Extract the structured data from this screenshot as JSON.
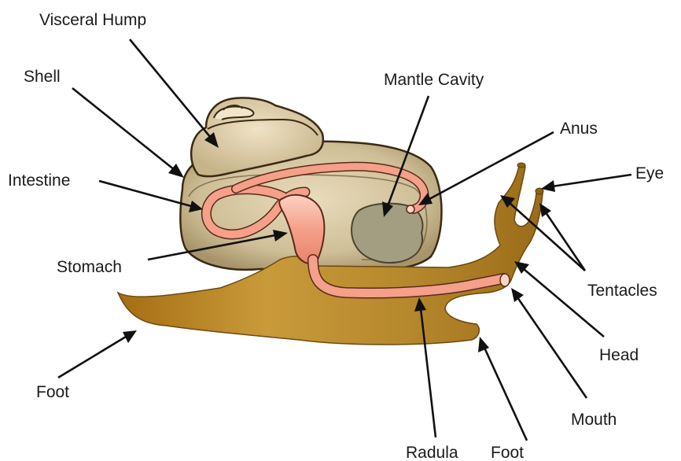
{
  "labels": {
    "visceral_hump": "Visceral Hump",
    "shell": "Shell",
    "mantle_cavity": "Mantle Cavity",
    "anus": "Anus",
    "eye": "Eye",
    "intestine": "Intestine",
    "stomach": "Stomach",
    "tentacles": "Tentacles",
    "head": "Head",
    "foot_left": "Foot",
    "foot_bottom": "Foot",
    "mouth": "Mouth",
    "radula": "Radula"
  },
  "colors": {
    "body": "#b8862a",
    "body_dark": "#8c6214",
    "shell": "#cdbd97",
    "shell_light": "#eadfc4",
    "shell_outline": "#3a2a14",
    "gut": "#f4a08a",
    "gut_light": "#fbd3c4",
    "gut_outline": "#5a2a1a",
    "mantle": "#a39e82",
    "arrow": "#111111",
    "text": "#1a1a1a"
  }
}
